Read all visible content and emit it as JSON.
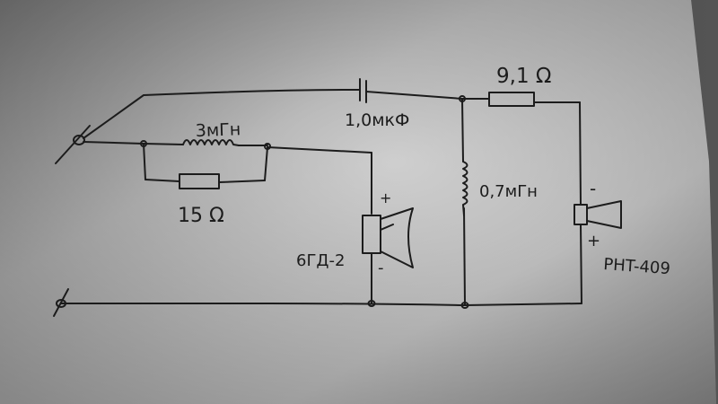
{
  "components": {
    "inductor_main": "3мГн",
    "resistor_15": "15 Ω",
    "capacitor": "1,0мкФ",
    "resistor_9": "9,1 Ω",
    "inductor_shunt": "0,7мГн",
    "woofer_model": "6ГД-2",
    "tweeter_model": "PHT-409"
  },
  "polarity": {
    "woofer_plus": "+",
    "woofer_minus": "-",
    "tweeter_plus": "+",
    "tweeter_minus": "-"
  },
  "colors": {
    "ink": "#1c1c1c",
    "paper_light": "#d6d6d6",
    "paper_dark": "#9a9a9a"
  }
}
